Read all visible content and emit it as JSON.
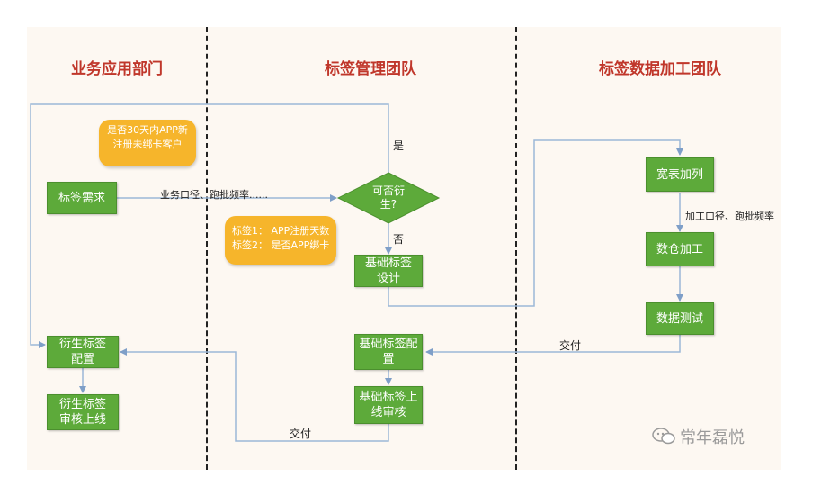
{
  "lanes": {
    "business": "业务应用部门",
    "tag_mgmt": "标签管理团队",
    "tag_data": "标签数据加工团队"
  },
  "nodes": {
    "tag_request": "标签需求",
    "derived_config": "衍生标签\n配置",
    "derived_review": "衍生标签\n审核上线",
    "decision": "可否衍\n生?",
    "base_design": "基础标签\n设计",
    "base_config": "基础标签配\n置",
    "base_release": "基础标签上\n线审核",
    "wide_table": "宽表加列",
    "warehouse": "数仓加工",
    "data_test": "数据测试"
  },
  "callouts": {
    "question": [
      "是否30天内APP新",
      "注册未绑卡客户"
    ],
    "tags": [
      "标签1：  APP注册天数",
      "标签2：  是否APP绑卡"
    ]
  },
  "edge_labels": {
    "request_to_decision": "业务口径、跑批频率......",
    "yes": "是",
    "no": "否",
    "processing": "加工口径、跑批频率",
    "deliver_right": "交付",
    "deliver_bottom": "交付"
  },
  "watermark": "常年磊悦",
  "colors": {
    "box_green": "#5daa3a",
    "callout_orange": "#f6b52b",
    "line_blue": "#9bb7d8",
    "title_red": "#c0372b"
  }
}
